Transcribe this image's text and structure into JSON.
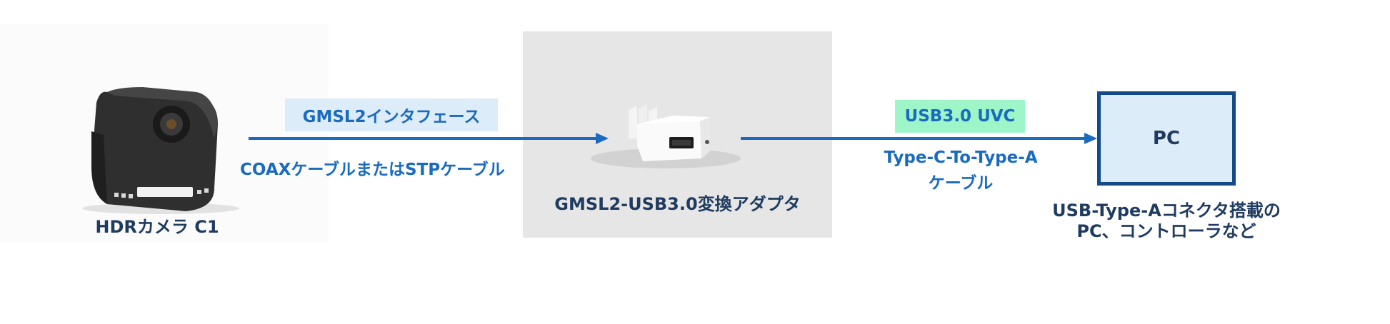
{
  "camera": {
    "label": "HDRカメラ C1"
  },
  "link_gmsl": {
    "tag": "GMSL2インタフェース",
    "cable": "COAXケーブルまたはSTPケーブル"
  },
  "adapter": {
    "label": "GMSL2-USB3.0変換アダプタ"
  },
  "link_usb": {
    "tag": "USB3.0 UVC",
    "cable_line1": "Type-C-To-Type-A",
    "cable_line2": "ケーブル"
  },
  "pc": {
    "label": "PC",
    "caption_line1": "USB-Type-Aコネクタ搭載の",
    "caption_line2": "PC、コントローラなど"
  },
  "colors": {
    "arrow": "#1a6bbf",
    "pc_border": "#134a88",
    "gmsl_tag_bg": "#dcecf8",
    "usb_tag_bg": "#9ef5c8"
  }
}
